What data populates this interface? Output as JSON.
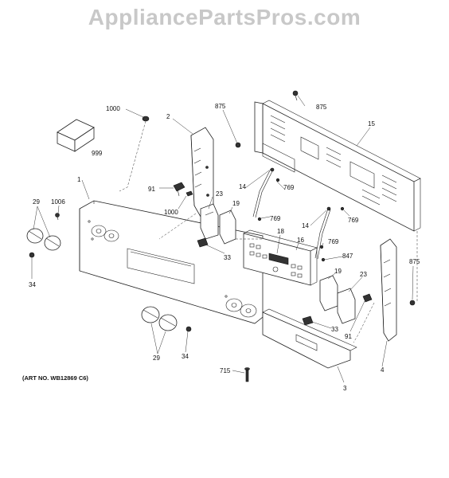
{
  "watermark": "AppliancePartsPros.com",
  "art_number": "(ART NO. WB12869 C6)",
  "callouts": {
    "c1000a": "1000",
    "c875a": "875",
    "c875b": "875",
    "c875c": "875",
    "c2": "2",
    "c15": "15",
    "c999": "999",
    "c1": "1",
    "c29a": "29",
    "c1006": "1006",
    "c91a": "91",
    "c23a": "23",
    "c1000b": "1000",
    "c19a": "19",
    "c14a": "14",
    "c769a": "769",
    "c769b": "769",
    "c769c": "769",
    "c769d": "769",
    "c14b": "14",
    "c18": "18",
    "c16": "16",
    "c33a": "33",
    "c34a": "34",
    "c847": "847",
    "c19b": "19",
    "c23b": "23",
    "c91b": "91",
    "c33b": "33",
    "c29b": "29",
    "c34b": "34",
    "c715": "715",
    "c3": "3",
    "c4": "4"
  }
}
